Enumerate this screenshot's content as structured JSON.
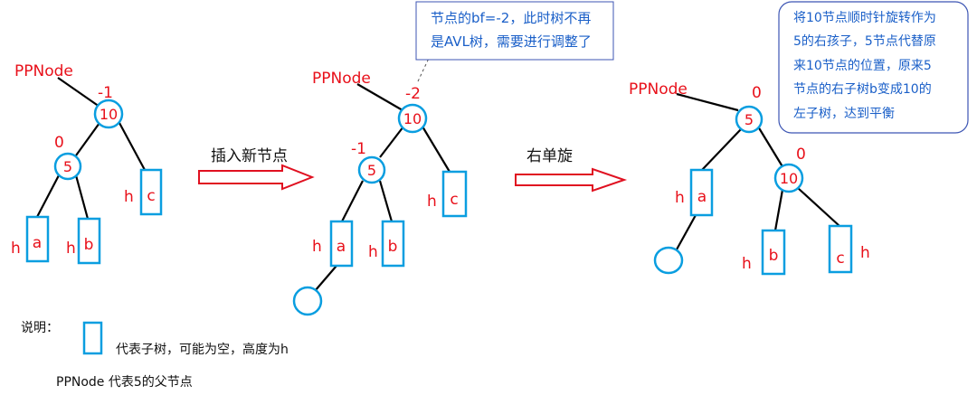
{
  "tree1": {
    "pp_label": "PPNode",
    "root": {
      "value": "10",
      "bf": "-1"
    },
    "child": {
      "value": "5",
      "bf": "0"
    },
    "subtrees": {
      "a": "a",
      "b": "b",
      "c": "c"
    },
    "height": "h"
  },
  "tree2": {
    "pp_label": "PPNode",
    "root": {
      "value": "10",
      "bf": "-2"
    },
    "child": {
      "value": "5",
      "bf": "-1"
    },
    "subtrees": {
      "a": "a",
      "b": "b",
      "c": "c"
    },
    "height": "h"
  },
  "tree3": {
    "pp_label": "PPNode",
    "root": {
      "value": "5",
      "bf": "0"
    },
    "child": {
      "value": "10",
      "bf": "0"
    },
    "subtrees": {
      "a": "a",
      "b": "b",
      "c": "c"
    },
    "height": "h"
  },
  "arrows": {
    "insert": "插入新节点",
    "rotate": "右单旋"
  },
  "callout": {
    "line1": "节点的bf=-2，此时树不再",
    "line2": "是AVL树，需要进行调整了"
  },
  "note": {
    "lines": [
      "将10节点顺时针旋转作为",
      "5的右孩子，5节点代替原",
      "来10节点的位置，原来5",
      "节点的右子树b变成10的",
      "左子树，达到平衡"
    ]
  },
  "legend": {
    "title": "说明：",
    "box_desc": "代表子树，可能为空，高度为h",
    "ppnode_desc": "PPNode 代表5的父节点"
  },
  "colors": {
    "accent_red": "#e8101a",
    "node_blue": "#0a9ee0",
    "text_blue": "#1a5fc8"
  }
}
